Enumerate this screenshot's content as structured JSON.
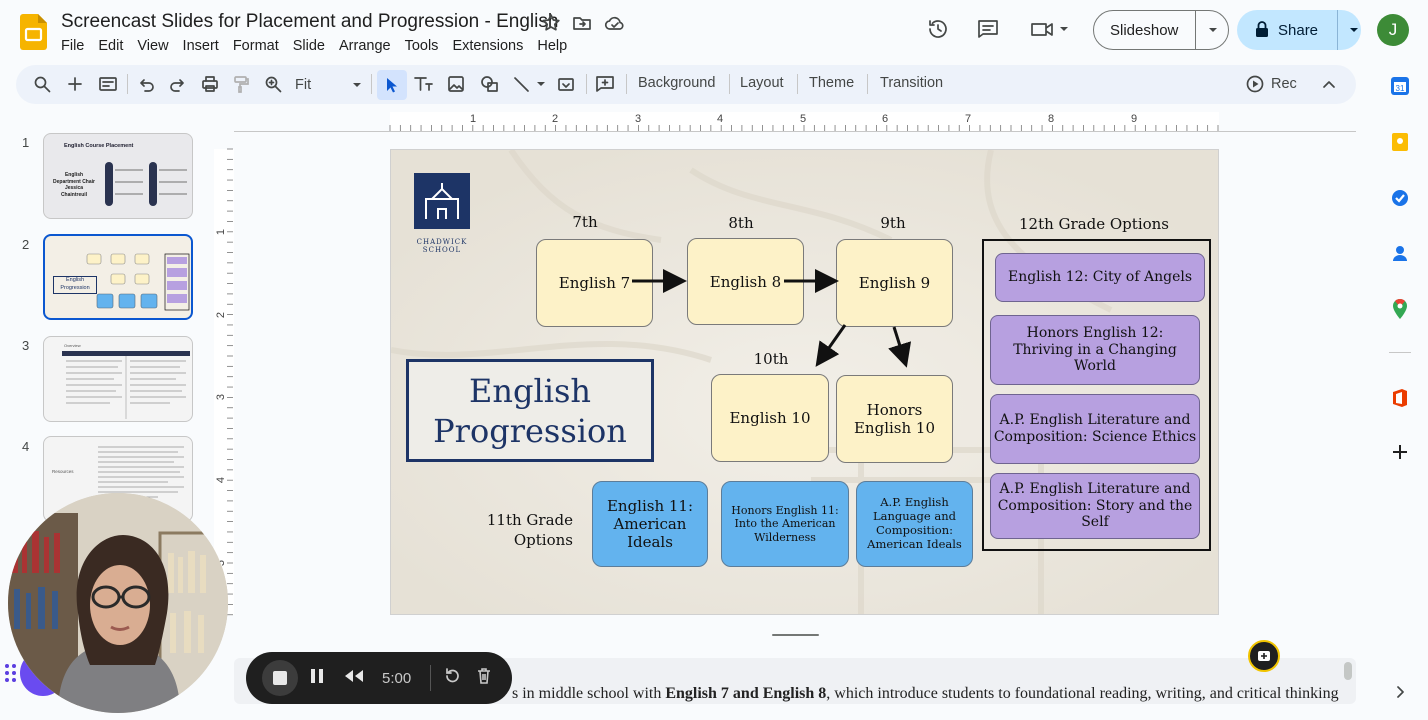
{
  "app": {
    "doc_title": "Screencast Slides for Placement and Progression - English",
    "avatar_initial": "J",
    "accent": "#0b57d0"
  },
  "menu": [
    "File",
    "Edit",
    "View",
    "Insert",
    "Format",
    "Slide",
    "Arrange",
    "Tools",
    "Extensions",
    "Help"
  ],
  "header": {
    "slideshow_label": "Slideshow",
    "share_label": "Share"
  },
  "toolbar": {
    "zoom_value": "Fit",
    "background_label": "Background",
    "layout_label": "Layout",
    "theme_label": "Theme",
    "transition_label": "Transition",
    "rec_label": "Rec"
  },
  "ruler": [
    "1",
    "2",
    "3",
    "4",
    "5",
    "6",
    "7",
    "8",
    "9"
  ],
  "vruler": [
    "1",
    "2",
    "3",
    "4",
    "5"
  ],
  "thumbnails": [
    {
      "num": "1",
      "title": "English Course Placement",
      "sub": "English Department Chair Jessica Chaintreuil"
    },
    {
      "num": "2",
      "title": "English Progression"
    },
    {
      "num": "3",
      "title": "Overview"
    },
    {
      "num": "4",
      "title": "Resources"
    }
  ],
  "slide": {
    "logo_text": "CHADWICK SCHOOL",
    "title_line1": "English",
    "title_line2": "Progression",
    "grade7": "7th",
    "grade8": "8th",
    "grade9": "9th",
    "grade10": "10th",
    "grade12": "12th Grade Options",
    "grade11_line1": "11th Grade",
    "grade11_line2": "Options",
    "e7": "English 7",
    "e8": "English 8",
    "e9": "English 9",
    "e10": "English 10",
    "he10_line1": "Honors",
    "he10_line2": "English 10",
    "e11_line1": "English 11:",
    "e11_line2": "American",
    "e11_line3": "Ideals",
    "he11_line1": "Honors English 11:",
    "he11_line2": "Into the American",
    "he11_line3": "Wilderness",
    "ap11_line1": "A.P. English",
    "ap11_line2": "Language and",
    "ap11_line3": "Composition:",
    "ap11_line4": "American Ideals",
    "o12a": "English 12: City of Angels",
    "o12b_line1": "Honors English 12:",
    "o12b_line2": "Thriving in a Changing World",
    "o12c_line1": "A.P. English Literature and",
    "o12c_line2": "Composition: Science Ethics",
    "o12d_line1": "A.P. English Literature and",
    "o12d_line2": "Composition: Story and the",
    "o12d_line3": "Self"
  },
  "notes": {
    "pre": "s in middle school with ",
    "bold": "English 7 and English 8",
    "post": ", which introduce students to foundational reading, writing, and critical thinking"
  },
  "recorder": {
    "time": "5:00"
  }
}
